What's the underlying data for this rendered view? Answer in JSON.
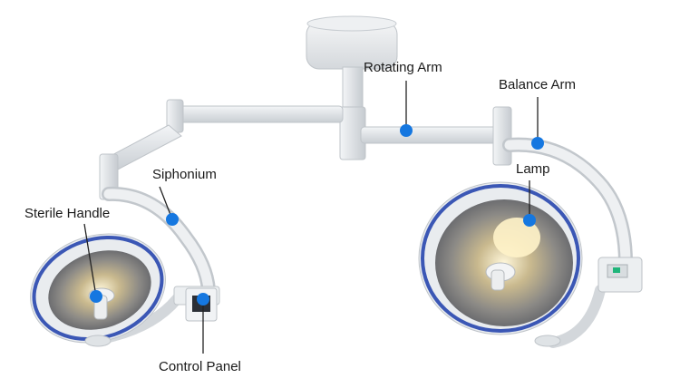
{
  "labels": {
    "rotating_arm": "Rotating Arm",
    "balance_arm": "Balance Arm",
    "siphonium": "Siphonium",
    "lamp": "Lamp",
    "sterile_handle": "Sterile Handle",
    "control_panel": "Control Panel"
  },
  "colors": {
    "marker": "#1577e0",
    "leader_line": "#222222",
    "lamp_body": "#e8ebee",
    "lamp_ring": "#3b57b5",
    "arm": "#dfe3e6"
  }
}
